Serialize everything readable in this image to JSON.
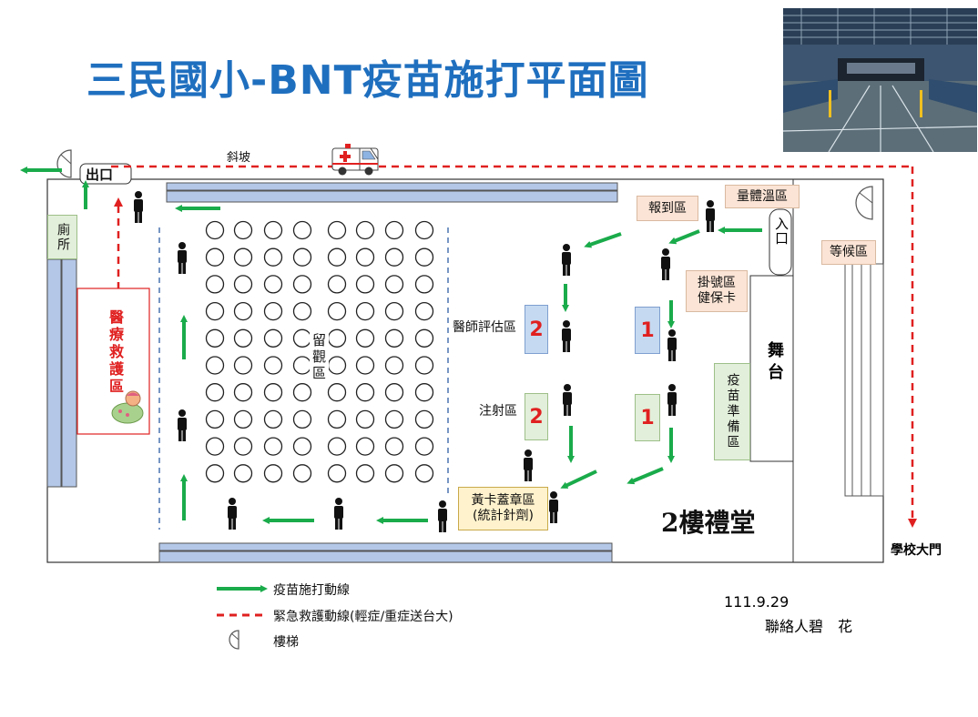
{
  "title": "三民國小-BNT疫苗施打平面圖",
  "labels": {
    "exit": "出口",
    "ramp": "斜坡",
    "toilet": "廁所",
    "medical": "醫療救護區",
    "observation": "留觀區",
    "doctor_eval": "醫師評估區",
    "injection": "注射區",
    "yellow_card": "黃卡蓋章區",
    "yellow_card_sub": "(統計針劑)",
    "check_in": "報到區",
    "temperature": "量體溫區",
    "entrance": "入口",
    "registration": "掛號區",
    "registration_sub": "健保卡",
    "vaccine_prep": "疫苗準備區",
    "stage": "舞台",
    "waiting": "等候區",
    "hall": "2樓禮堂",
    "school_gate": "學校大門",
    "station_eval_left": "2",
    "station_eval_right": "1",
    "station_inject_left": "2",
    "station_inject_right": "1"
  },
  "legend": {
    "green_line": "疫苗施打動線",
    "red_line": "緊急救護動線(輕症/重症送台大)",
    "stairs": "樓梯"
  },
  "footer": {
    "date": "111.9.29",
    "contact": "聯絡人碧　花"
  },
  "colors": {
    "title": "#1f6fbf",
    "flow_green": "#1aab4b",
    "emergency_red": "#e02020",
    "bench_blue": "#b4c7e7"
  },
  "icons": [
    "ambulance-icon",
    "stairs-icon",
    "person-icon",
    "chair-circle-icon",
    "nurse-icon"
  ]
}
